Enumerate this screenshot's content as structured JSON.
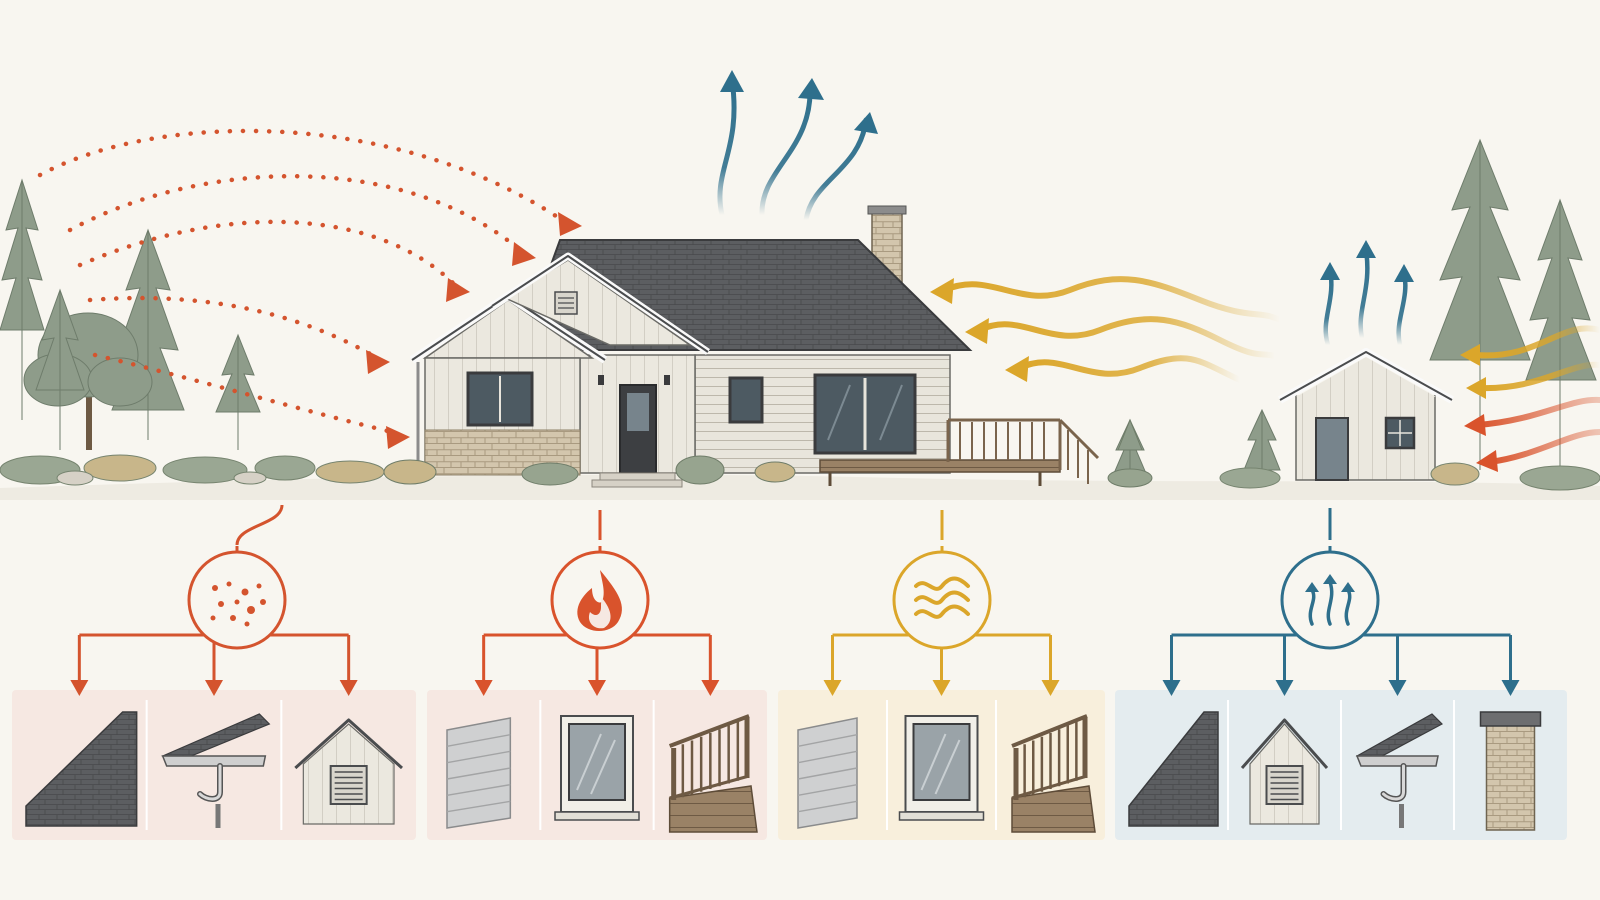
{
  "colors": {
    "background": "#f8f6f0",
    "ember": "#d4542e",
    "flame": "#d9532c",
    "radiant": "#dba62a",
    "convective": "#2e6f8c",
    "roof": "#5c5e61",
    "siding": "#e9e6dd",
    "stone": "#cdbfa6",
    "deck": "#8a7258",
    "trim": "#4a4c4e",
    "tree": "#8a9a86",
    "panel_ember_bg": "#f6e8e2",
    "panel_flame_bg": "#f6e8e2",
    "panel_radiant_bg": "#f8efdc",
    "panel_convective_bg": "#e4ecef"
  },
  "icons": {
    "ember": "ember-dots-icon",
    "flame": "flame-icon",
    "radiant": "radiant-heat-waves-icon",
    "convective": "rising-heat-arrows-icon"
  },
  "groups": [
    {
      "id": "ember",
      "icon": "ember-dots-icon",
      "color": "#d4542e",
      "components": [
        "roof-shingles",
        "gutter",
        "attic-vent"
      ]
    },
    {
      "id": "flame",
      "icon": "flame-icon",
      "color": "#d9532c",
      "components": [
        "siding",
        "window",
        "deck-railing"
      ]
    },
    {
      "id": "radiant",
      "icon": "radiant-heat-waves-icon",
      "color": "#dba62a",
      "components": [
        "siding",
        "window",
        "deck-railing"
      ]
    },
    {
      "id": "convective",
      "icon": "rising-heat-arrows-icon",
      "color": "#2e6f8c",
      "components": [
        "roof-shingles",
        "attic-vent",
        "gutter",
        "chimney"
      ]
    }
  ]
}
